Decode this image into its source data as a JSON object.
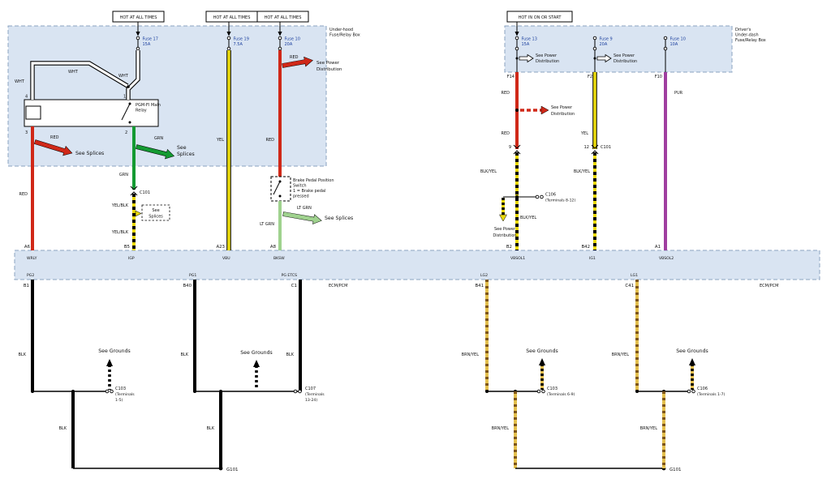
{
  "colors": {
    "panel_fill": "#d9e4f2",
    "panel_border": "#8ba3c0",
    "red": "#d02818",
    "green": "#149a32",
    "yellow": "#e9d90c",
    "light_green": "#9fd28e",
    "purple": "#a03ea0",
    "black": "#000000",
    "white": "#ffffff",
    "brown_yellow": "#e3bf4e",
    "fuse_text": "#1b3f9e"
  },
  "banners": {
    "hot_at_all_times": "HOT AT ALL TIMES",
    "hot_in_on_or_start": "HOT IN ON OR START"
  },
  "boxes": {
    "underhood_label": [
      "Under-hood",
      "Fuse/Relay Box"
    ],
    "underdash_label": [
      "Driver's",
      "Under-dash",
      "Fuse/Relay Box"
    ]
  },
  "fuses": {
    "f17": [
      "Fuse 17",
      "15A"
    ],
    "f19": [
      "Fuse 19",
      "7.5A"
    ],
    "f10_underhood": [
      "Fuse 10",
      "20A"
    ],
    "f13": [
      "Fuse 13",
      "15A"
    ],
    "f9": [
      "Fuse 9",
      "20A"
    ],
    "f10_underdash": [
      "Fuse 10",
      "10A"
    ]
  },
  "relay": {
    "label": [
      "PGM-FI Main",
      "Relay"
    ],
    "pin_top_left": "4",
    "pin_top_right": "1",
    "pin_bottom_left": "3",
    "pin_bottom_right": "2"
  },
  "brake_switch": {
    "label": [
      "Brake Pedal Position",
      "Switch",
      "1 = Brake pedal",
      "pressed"
    ]
  },
  "wire_colors": {
    "wht": "WHT",
    "red": "RED",
    "grn": "GRN",
    "yel": "YEL",
    "yel_blk": "YEL/BLK",
    "lt_grn": "LT GRN",
    "pur": "PUR",
    "blk": "BLK",
    "blk_yel": "BLK/YEL",
    "brn_yel": "BRN/YEL"
  },
  "notes": {
    "see_splices": "See Splices",
    "see_splices_line1": "See",
    "see_splices_line2": "Splices",
    "see_power_line1": "See Power",
    "see_power_line2": "Distribution",
    "see_grounds": "See Grounds"
  },
  "connectors": {
    "c101": "C101",
    "c101_pin_left": "9",
    "c101_pin_right": "12",
    "c106_mid": [
      "C106",
      "(Terminals 8-12)"
    ],
    "c103_left": [
      "C103",
      "(Terminals",
      "1-5)"
    ],
    "c107": [
      "C107",
      "(Terminals",
      "13-24)"
    ],
    "c103_right": [
      "C103",
      "(Terminals 6-9)"
    ],
    "c106_right": [
      "C106",
      "(Terminals 1-7)"
    ]
  },
  "fuse_box_pins": {
    "f14": "F14",
    "f2": "F2",
    "f10": "F10"
  },
  "ecm": {
    "name": "ECM/PCM",
    "top_pins": [
      {
        "pin": "A6",
        "signal": "WRLY"
      },
      {
        "pin": "B5",
        "signal": "IGP"
      },
      {
        "pin": "A23",
        "signal": "VBU"
      },
      {
        "pin": "A8",
        "signal": "BKSW"
      },
      {
        "pin": "B2",
        "signal": "VBSOL1"
      },
      {
        "pin": "B42",
        "signal": "IG1"
      },
      {
        "pin": "A1",
        "signal": "VBSOL2"
      }
    ],
    "bottom_pins": [
      {
        "pin": "B1",
        "signal": "PG2"
      },
      {
        "pin": "B40",
        "signal": "PG1"
      },
      {
        "pin": "C1",
        "signal": "PG ETCS"
      },
      {
        "pin": "B41",
        "signal": "LG2"
      },
      {
        "pin": "C41",
        "signal": "LG1"
      }
    ]
  },
  "grounds": {
    "g101": "G101"
  }
}
